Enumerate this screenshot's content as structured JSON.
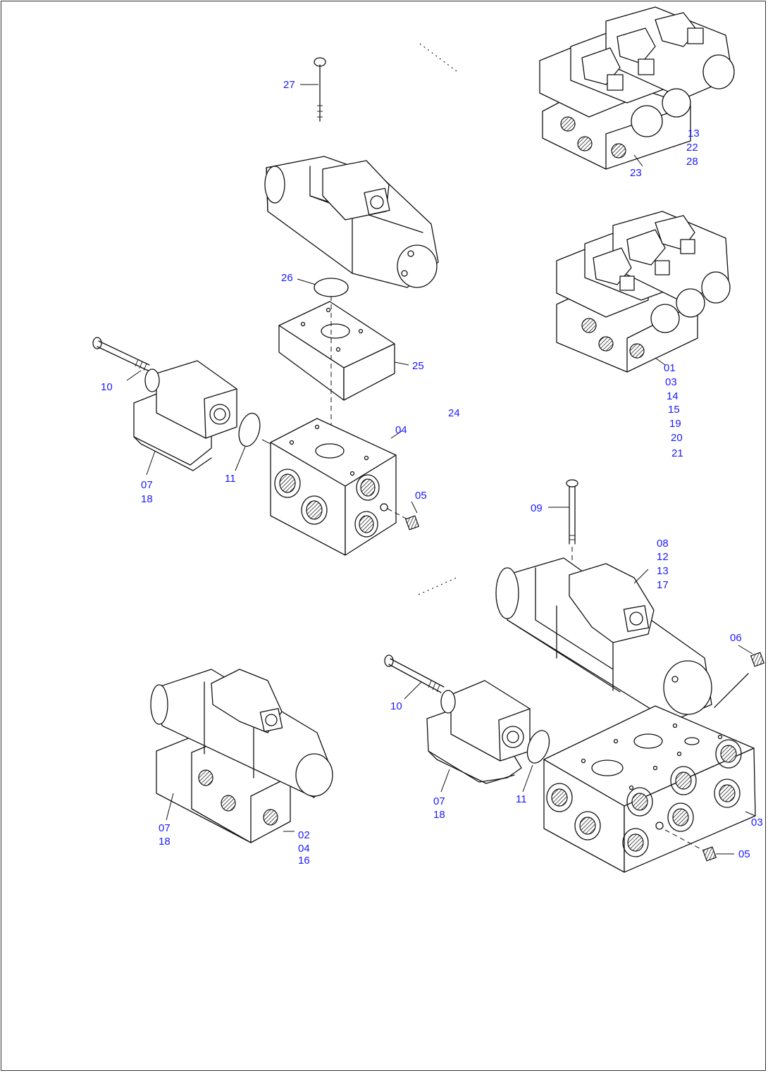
{
  "callouts": {
    "c27": "27",
    "c26": "26",
    "c25": "25",
    "c24": "24",
    "c10a": "10",
    "c11a": "11",
    "c07a": "07",
    "c18a": "18",
    "c04": "04",
    "c05a": "05",
    "c09": "09",
    "c08": "08",
    "c12": "12",
    "c13b": "13",
    "c17": "17",
    "c06": "06",
    "c10b": "10",
    "c11b": "11",
    "c07b": "07",
    "c18b": "18",
    "c03b": "03",
    "c05b": "05",
    "c07c": "07",
    "c18c": "18",
    "c02": "02",
    "c04b": "04",
    "c16": "16",
    "c13a": "13",
    "c22": "22",
    "c28": "28",
    "c23": "23",
    "c01": "01",
    "c03a": "03",
    "c14": "14",
    "c15": "15",
    "c19": "19",
    "c20": "20",
    "c21": "21"
  },
  "colors": {
    "callout": "#1a1aff",
    "line": "#111111",
    "background": "#ffffff"
  }
}
